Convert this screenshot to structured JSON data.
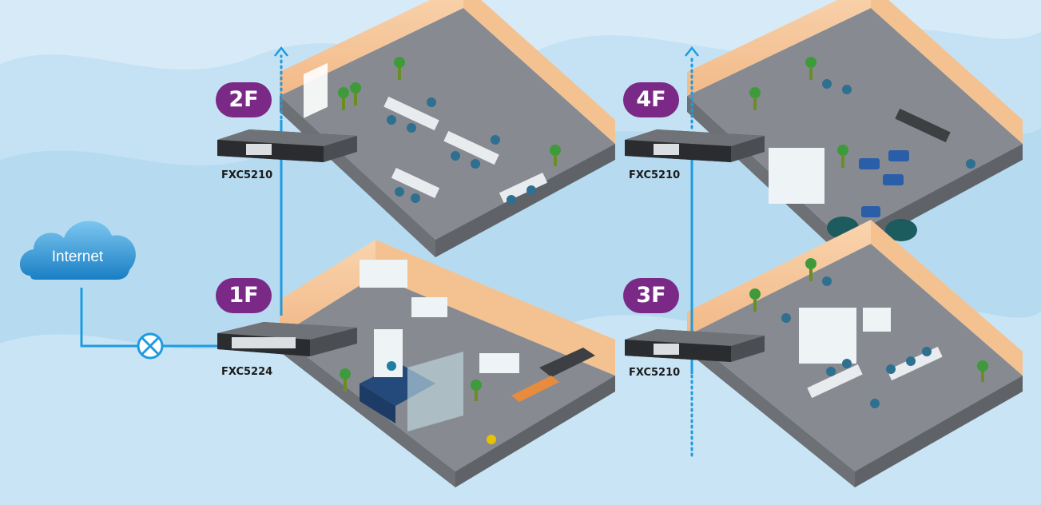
{
  "internet": {
    "label": "Internet"
  },
  "floors": [
    {
      "badge": "1F",
      "switch_model": "FXC5224"
    },
    {
      "badge": "2F",
      "switch_model": "FXC5210"
    },
    {
      "badge": "3F",
      "switch_model": "FXC5210"
    },
    {
      "badge": "4F",
      "switch_model": "FXC5210"
    }
  ],
  "colors": {
    "background": "#d6ebf7",
    "badge": "#7a2a86",
    "link_line": "#1e9be0",
    "cloud": "#3b9fd8",
    "wall": "#f6c99e",
    "floor": "#7b8087"
  },
  "icons": [
    "cloud-icon",
    "router-icon",
    "switch-icon",
    "uplink-arrow-icon"
  ]
}
